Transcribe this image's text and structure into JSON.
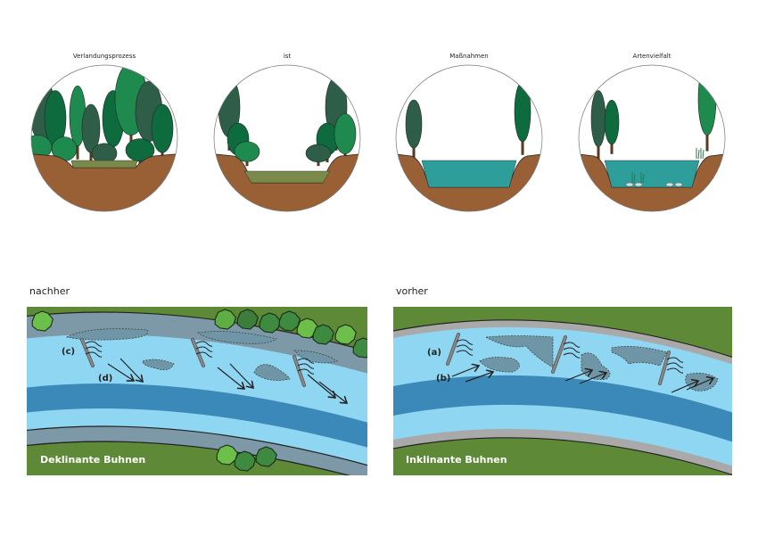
{
  "stages": [
    {
      "label": "Verlandungsprozess"
    },
    {
      "label": "ist"
    },
    {
      "label": "Maßnahmen"
    },
    {
      "label": "Artenvielfalt"
    }
  ],
  "panels": {
    "left": {
      "heading": "nachher",
      "title": "Deklinante Buhnen",
      "marks": [
        "(c)",
        "(d)"
      ]
    },
    "right": {
      "heading": "vorher",
      "title": "Inklinante Buhnen",
      "marks": [
        "(a)",
        "(b)"
      ]
    }
  },
  "colors": {
    "ground": "#9a6035",
    "grass": "#5e8a37",
    "tree_dark": "#2f5e48",
    "tree_mid": "#0d6b3e",
    "tree_light": "#1f8a4e",
    "water_light": "#8fd6f2",
    "water_dark": "#3a89b8",
    "bank_grey": "#7d99a8",
    "sediment": "#6f96a6",
    "pond": "#2e9e9a",
    "silt": "#7a8a4a"
  }
}
